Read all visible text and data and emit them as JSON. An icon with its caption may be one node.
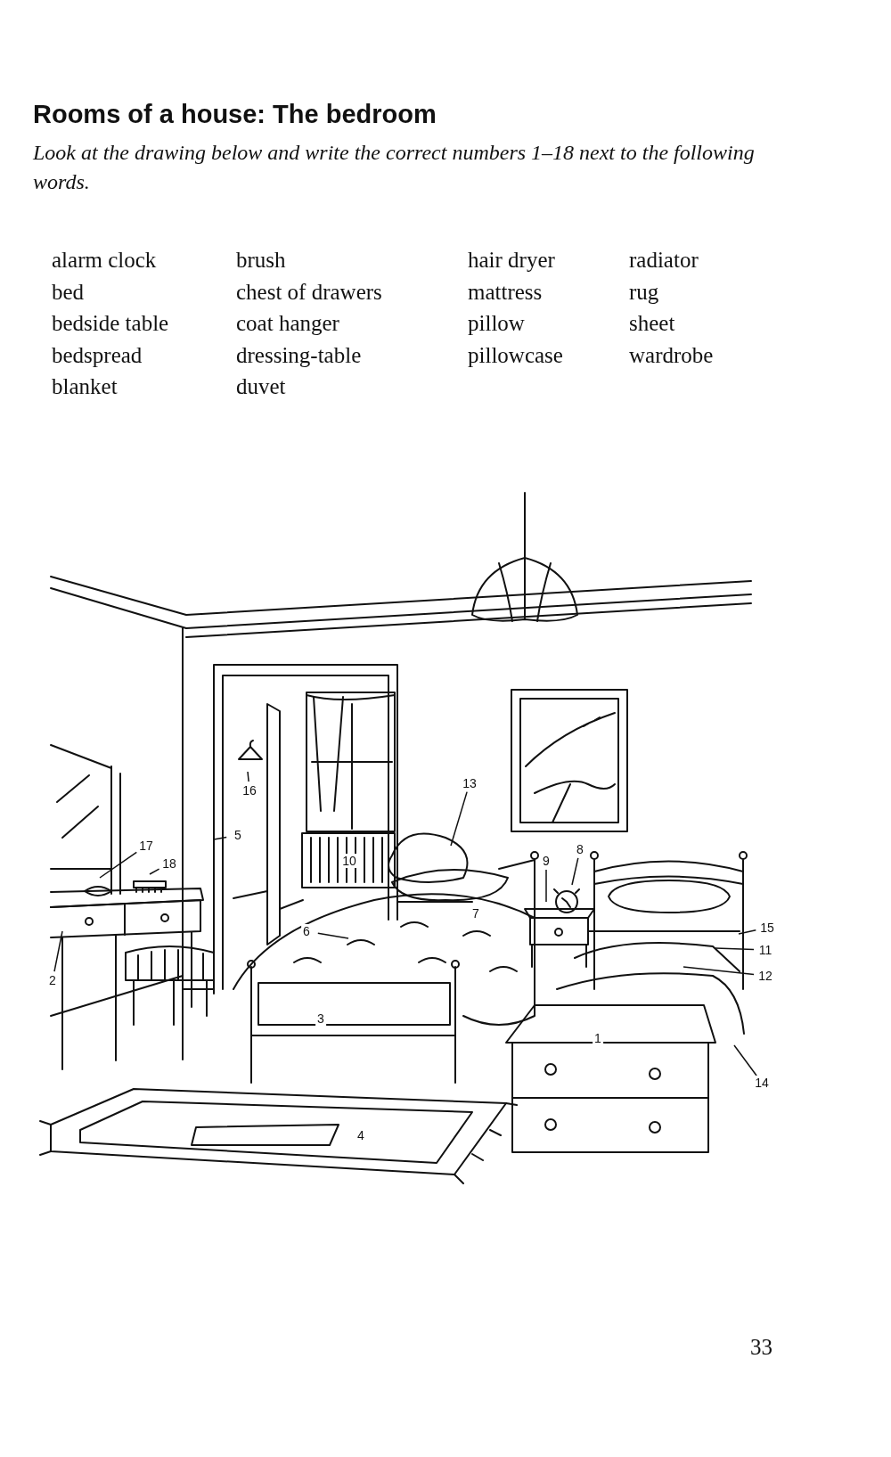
{
  "diagram": {
    "title": "Rooms of a house: The bedroom",
    "nodes": [
      {
        "text": [
          "2"
        ]
      },
      {
        "text": [
          "5"
        ]
      },
      {
        "text": [
          "6"
        ]
      },
      {
        "text": [
          "8"
        ]
      },
      {
        "text": [
          "9"
        ]
      },
      {
        "text": [
          "11"
        ]
      },
      {
        "text": [
          "12"
        ]
      },
      {
        "text": [
          "13"
        ]
      },
      {
        "text": [
          "14"
        ]
      },
      {
        "text": [
          "15"
        ]
      },
      {
        "text": [
          "16"
        ]
      },
      {
        "text": [
          "17"
        ]
      },
      {
        "text": [
          "18"
        ]
      }
    ],
    "edges": [
      {
        "from": 0,
        "to": null,
        "arrow": "none"
      },
      {
        "from": 1,
        "to": null,
        "arrow": "none"
      },
      {
        "from": 2,
        "to": null,
        "arrow": "none"
      },
      {
        "from": 3,
        "to": null,
        "arrow": "none"
      },
      {
        "from": 4,
        "to": null,
        "arrow": "none"
      },
      {
        "from": 5,
        "to": null,
        "arrow": "none"
      },
      {
        "from": 6,
        "to": null,
        "arrow": "none"
      },
      {
        "from": 7,
        "to": null,
        "arrow": "none"
      },
      {
        "from": 8,
        "to": null,
        "arrow": "none"
      },
      {
        "from": 9,
        "to": null,
        "arrow": "none"
      },
      {
        "from": 10,
        "to": null,
        "arrow": "none"
      },
      {
        "from": 11,
        "to": null,
        "arrow": "none"
      },
      {
        "from": 12,
        "to": null,
        "arrow": "none"
      }
    ],
    "labels": [
      "Look at the drawing below and write the correct numbers 1–18 next to the following words.",
      "alarm clock",
      "brush",
      "hair dryer",
      "radiator",
      "bed",
      "chest of drawers",
      "mattress",
      "rug",
      "bedside table",
      "coat hanger",
      "pillow",
      "sheet",
      "bedspread",
      "dressing-table",
      "pillowcase",
      "wardrobe",
      "blanket",
      "duvet",
      "1",
      "3",
      "4",
      "7",
      "10",
      "33"
    ]
  }
}
